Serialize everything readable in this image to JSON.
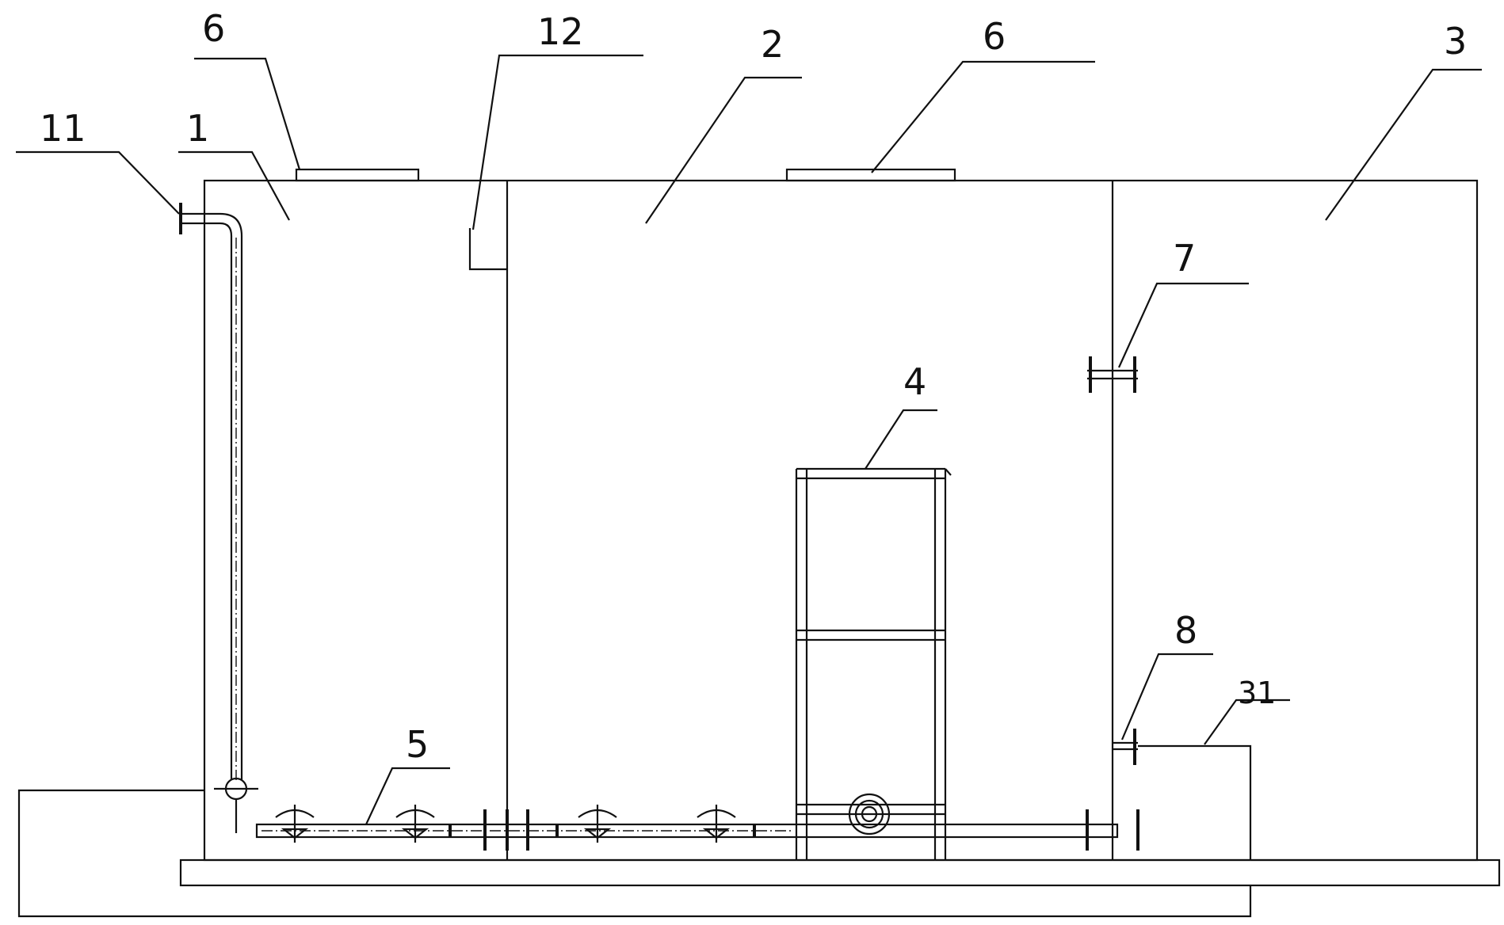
{
  "labels": {
    "l1": "1",
    "l2": "2",
    "l3": "3",
    "l4": "4",
    "l5": "5",
    "l6a": "6",
    "l6b": "6",
    "l7": "7",
    "l8": "8",
    "l11": "11",
    "l12": "12",
    "l31": "31"
  }
}
